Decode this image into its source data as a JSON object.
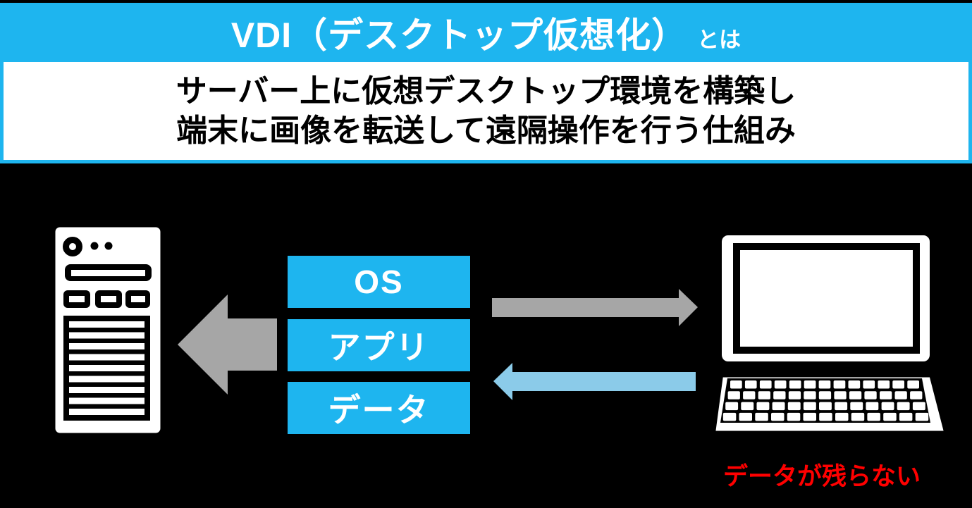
{
  "header": {
    "title_main": "VDI（デスクトップ仮想化）",
    "title_suffix": "とは"
  },
  "subtitle": {
    "line1": "サーバー上に仮想デスクトップ環境を構築し",
    "line2": "端末に画像を転送して遠隔操作を行う仕組み"
  },
  "diagram": {
    "server_icon": "server-tower-icon",
    "laptop_icon": "laptop-icon",
    "layers": [
      {
        "label": "OS"
      },
      {
        "label": "アプリ"
      },
      {
        "label": "データ"
      }
    ],
    "arrows": [
      {
        "name": "arrow-left-to-server",
        "direction": "left",
        "color_key": "arrow_gray"
      },
      {
        "name": "arrow-right-to-laptop",
        "direction": "right",
        "color_key": "arrow_gray"
      },
      {
        "name": "arrow-left-from-laptop",
        "direction": "left",
        "color_key": "arrow_light_blue"
      }
    ],
    "caption": "データが残らない"
  },
  "colors": {
    "accent_cyan": "#1EB5EF",
    "arrow_gray": "#A6A6A6",
    "arrow_light_blue": "#8BCBE9",
    "caption_red": "#FF0000",
    "background": "#000000"
  }
}
